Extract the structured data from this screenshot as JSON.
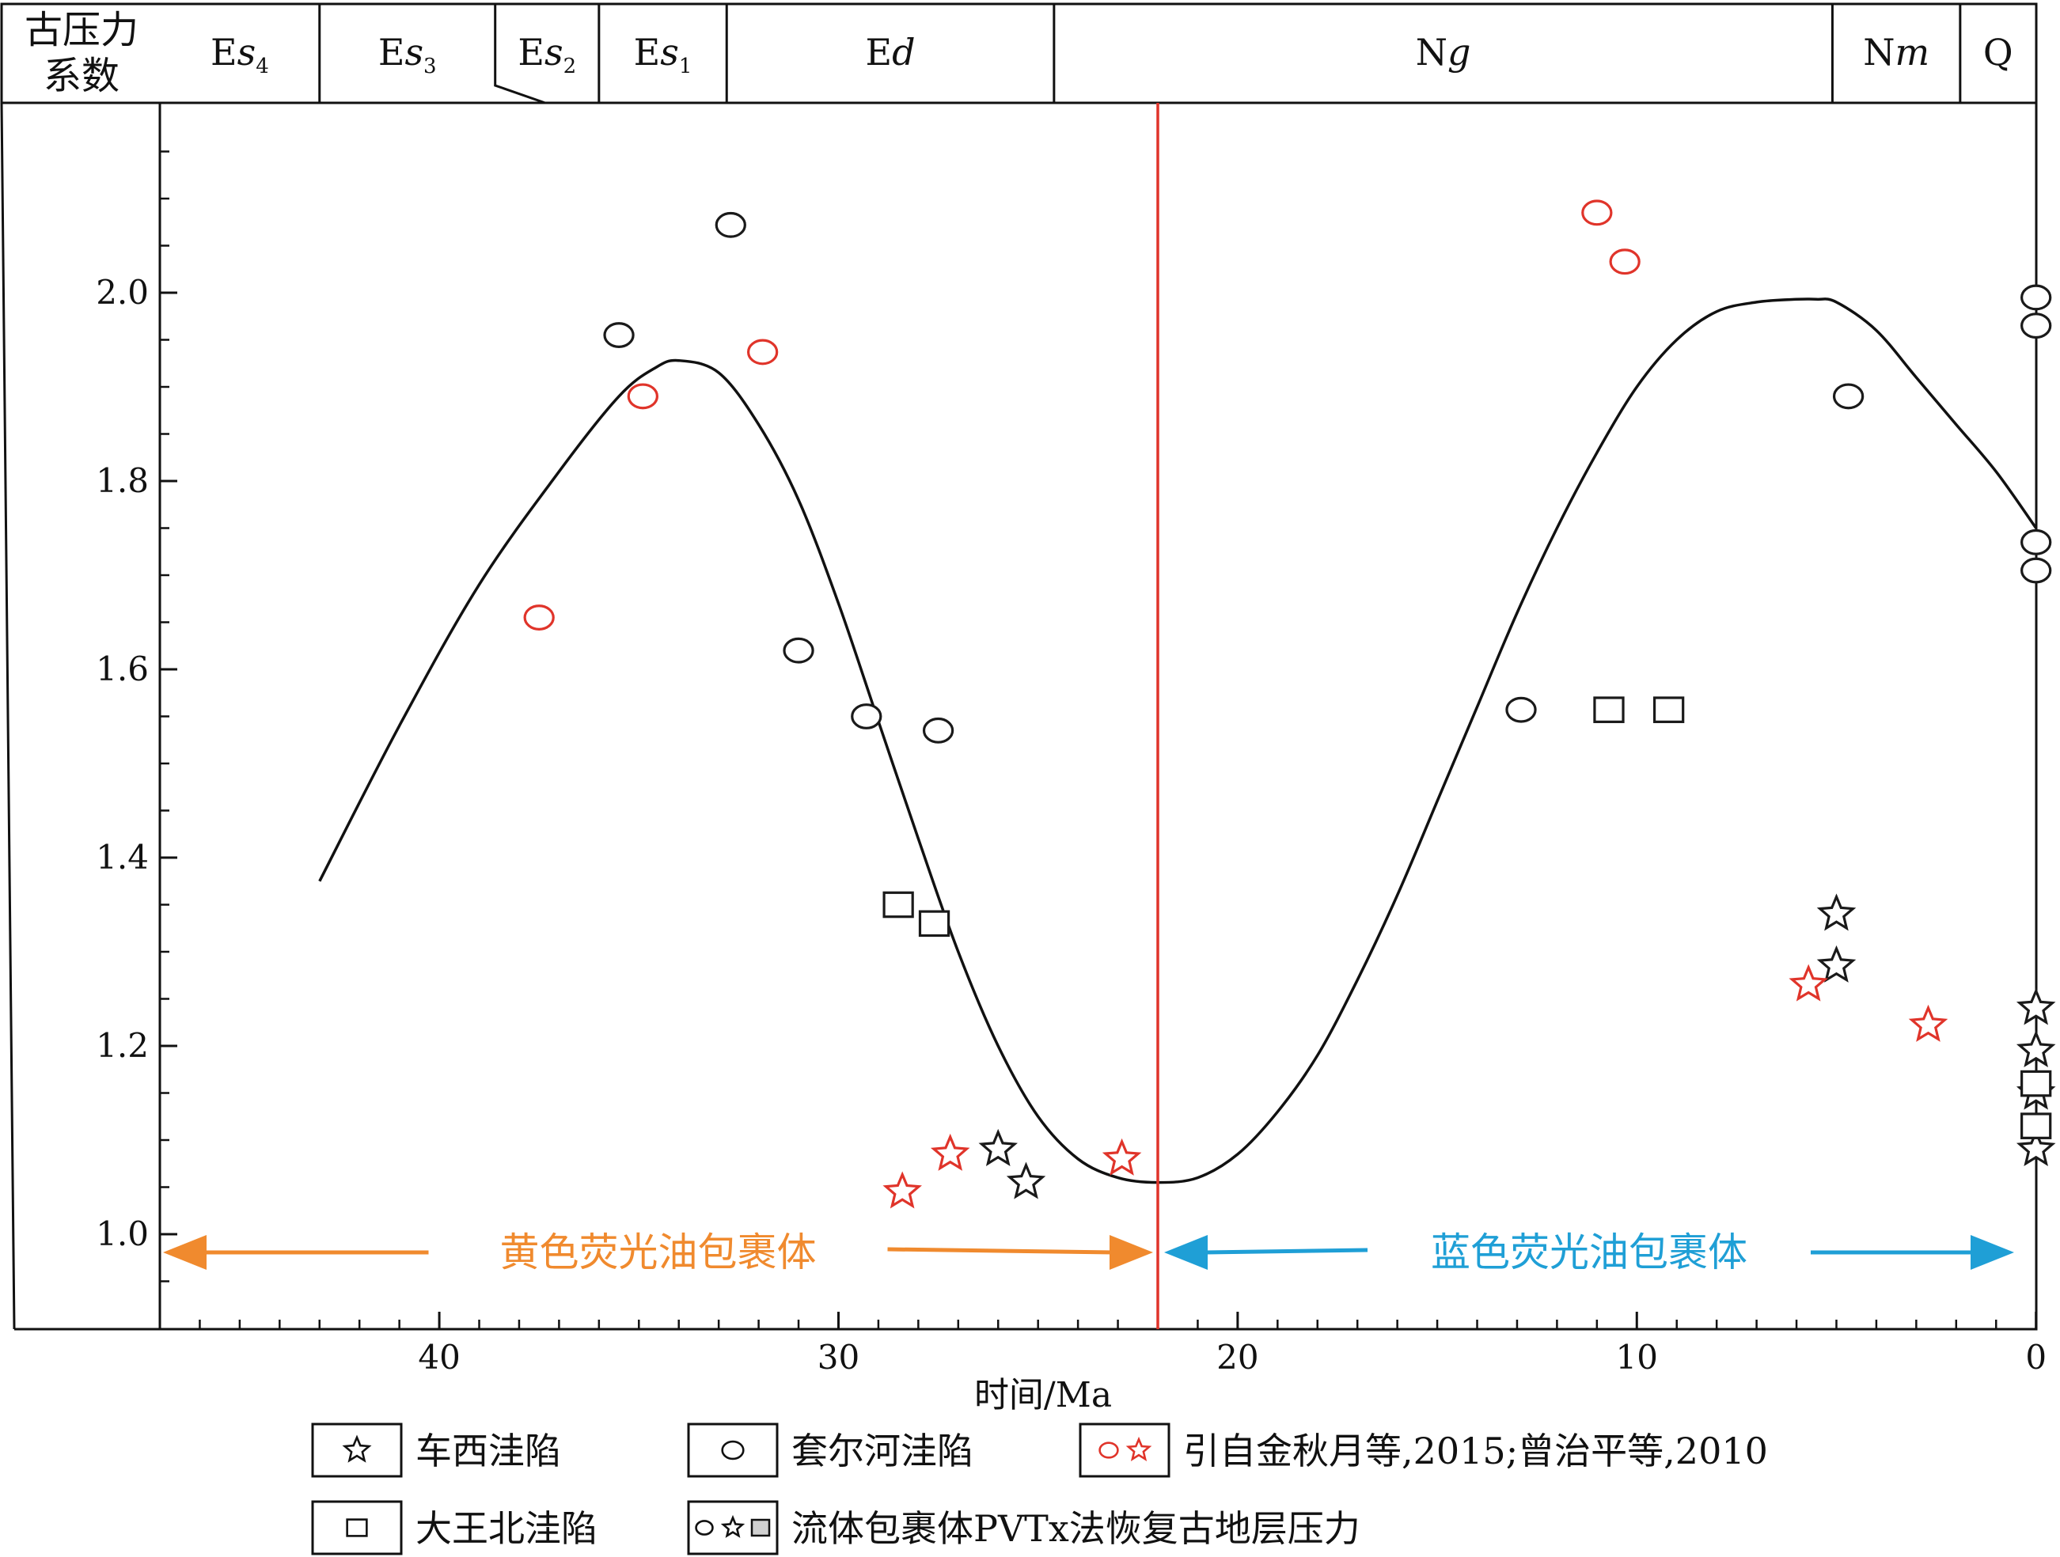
{
  "chart_data": {
    "type": "scatter",
    "title": "",
    "xlabel": "时间/Ma",
    "ylabel_lines": [
      "古压力",
      "系数"
    ],
    "x_reversed": true,
    "xlim": [
      47,
      0
    ],
    "ylim": [
      0.9,
      2.2
    ],
    "x_ticks": [
      40,
      30,
      20,
      10,
      0
    ],
    "y_ticks": [
      "1.0",
      "1.2",
      "1.4",
      "1.6",
      "1.8",
      "2.0"
    ],
    "stratigraphy": [
      {
        "label": "Es",
        "sub": "4",
        "start": 47,
        "end": 43
      },
      {
        "label": "Es",
        "sub": "3",
        "start": 43,
        "end": 38.6
      },
      {
        "label": "Es",
        "sub": "2",
        "start": 38.6,
        "end": 36
      },
      {
        "label": "Es",
        "sub": "1",
        "start": 36,
        "end": 32.8
      },
      {
        "label": "Ed",
        "sub": "",
        "start": 32.8,
        "end": 24.6
      },
      {
        "label": "Ng",
        "sub": "",
        "start": 24.6,
        "end": 5.1
      },
      {
        "label": "Nm",
        "sub": "",
        "start": 5.1,
        "end": 1.9
      },
      {
        "label": "Q",
        "sub": "",
        "start": 1.9,
        "end": 0
      }
    ],
    "boundary_age": 22,
    "curve": {
      "x": [
        43,
        41,
        39,
        37,
        35.5,
        34.6,
        34,
        33,
        32,
        31,
        30,
        29,
        28,
        27,
        26,
        25,
        24,
        23,
        22,
        21,
        20,
        19,
        18,
        17,
        16,
        15,
        14,
        13,
        12,
        11,
        10,
        9,
        8,
        7,
        6,
        5.5,
        5,
        4,
        3,
        2,
        1,
        0
      ],
      "y": [
        1.375,
        1.54,
        1.69,
        1.81,
        1.89,
        1.92,
        1.928,
        1.915,
        1.86,
        1.78,
        1.67,
        1.545,
        1.42,
        1.3,
        1.2,
        1.125,
        1.08,
        1.06,
        1.055,
        1.06,
        1.085,
        1.13,
        1.19,
        1.27,
        1.36,
        1.46,
        1.56,
        1.66,
        1.75,
        1.83,
        1.9,
        1.95,
        1.98,
        1.99,
        1.993,
        1.993,
        1.99,
        1.96,
        1.91,
        1.86,
        1.81,
        1.75
      ]
    },
    "series": [
      {
        "marker": "star",
        "color": "#1a1a1a",
        "points": [
          [
            26,
            1.09
          ],
          [
            25.3,
            1.055
          ],
          [
            5,
            1.34
          ],
          [
            5,
            1.285
          ],
          [
            0,
            1.24
          ],
          [
            0,
            1.195
          ],
          [
            0,
            1.15
          ],
          [
            0,
            1.09
          ]
        ]
      },
      {
        "marker": "circle",
        "color": "#1a1a1a",
        "points": [
          [
            35.5,
            1.955
          ],
          [
            32.7,
            2.072
          ],
          [
            31,
            1.62
          ],
          [
            29.3,
            1.55
          ],
          [
            27.5,
            1.535
          ],
          [
            12.9,
            1.557
          ],
          [
            4.7,
            1.89
          ],
          [
            0,
            1.995
          ],
          [
            0,
            1.965
          ],
          [
            0,
            1.735
          ],
          [
            0,
            1.705
          ]
        ]
      },
      {
        "marker": "square",
        "color": "#1a1a1a",
        "points": [
          [
            28.5,
            1.35
          ],
          [
            27.6,
            1.33
          ],
          [
            10.7,
            1.557
          ],
          [
            9.2,
            1.557
          ],
          [
            0,
            1.16
          ],
          [
            0,
            1.115
          ]
        ]
      },
      {
        "marker": "circle",
        "color": "#e0342a",
        "points": [
          [
            37.5,
            1.655
          ],
          [
            34.9,
            1.89
          ],
          [
            31.9,
            1.937
          ],
          [
            11,
            2.085
          ],
          [
            10.3,
            2.033
          ]
        ]
      },
      {
        "marker": "star",
        "color": "#e0342a",
        "points": [
          [
            28.4,
            1.045
          ],
          [
            27.2,
            1.085
          ],
          [
            22.9,
            1.08
          ],
          [
            5.7,
            1.265
          ],
          [
            2.7,
            1.222
          ]
        ]
      }
    ],
    "arrows": [
      {
        "label": "黄色荧光油包裹体",
        "color": "#f08a2e",
        "from": 47,
        "to": 22
      },
      {
        "label": "蓝色荧光油包裹体",
        "color": "#1f9fd6",
        "from": 22,
        "to": 0
      }
    ],
    "legend": {
      "placement": "bottom",
      "items": [
        {
          "label": "车西洼陷",
          "symbol": "star"
        },
        {
          "label": "套尔河洼陷",
          "symbol": "circle"
        },
        {
          "label": "引自金秋月等,2015;曾治平等,2010",
          "symbol": "red-circle-star"
        },
        {
          "label": "大王北洼陷",
          "symbol": "square"
        },
        {
          "label": "流体包裹体PVTx法恢复古地层压力",
          "symbol": "circle-star-square"
        }
      ]
    },
    "colors": {
      "boundary": "#e0342a",
      "curve": "#111111",
      "axis": "#111111"
    }
  }
}
